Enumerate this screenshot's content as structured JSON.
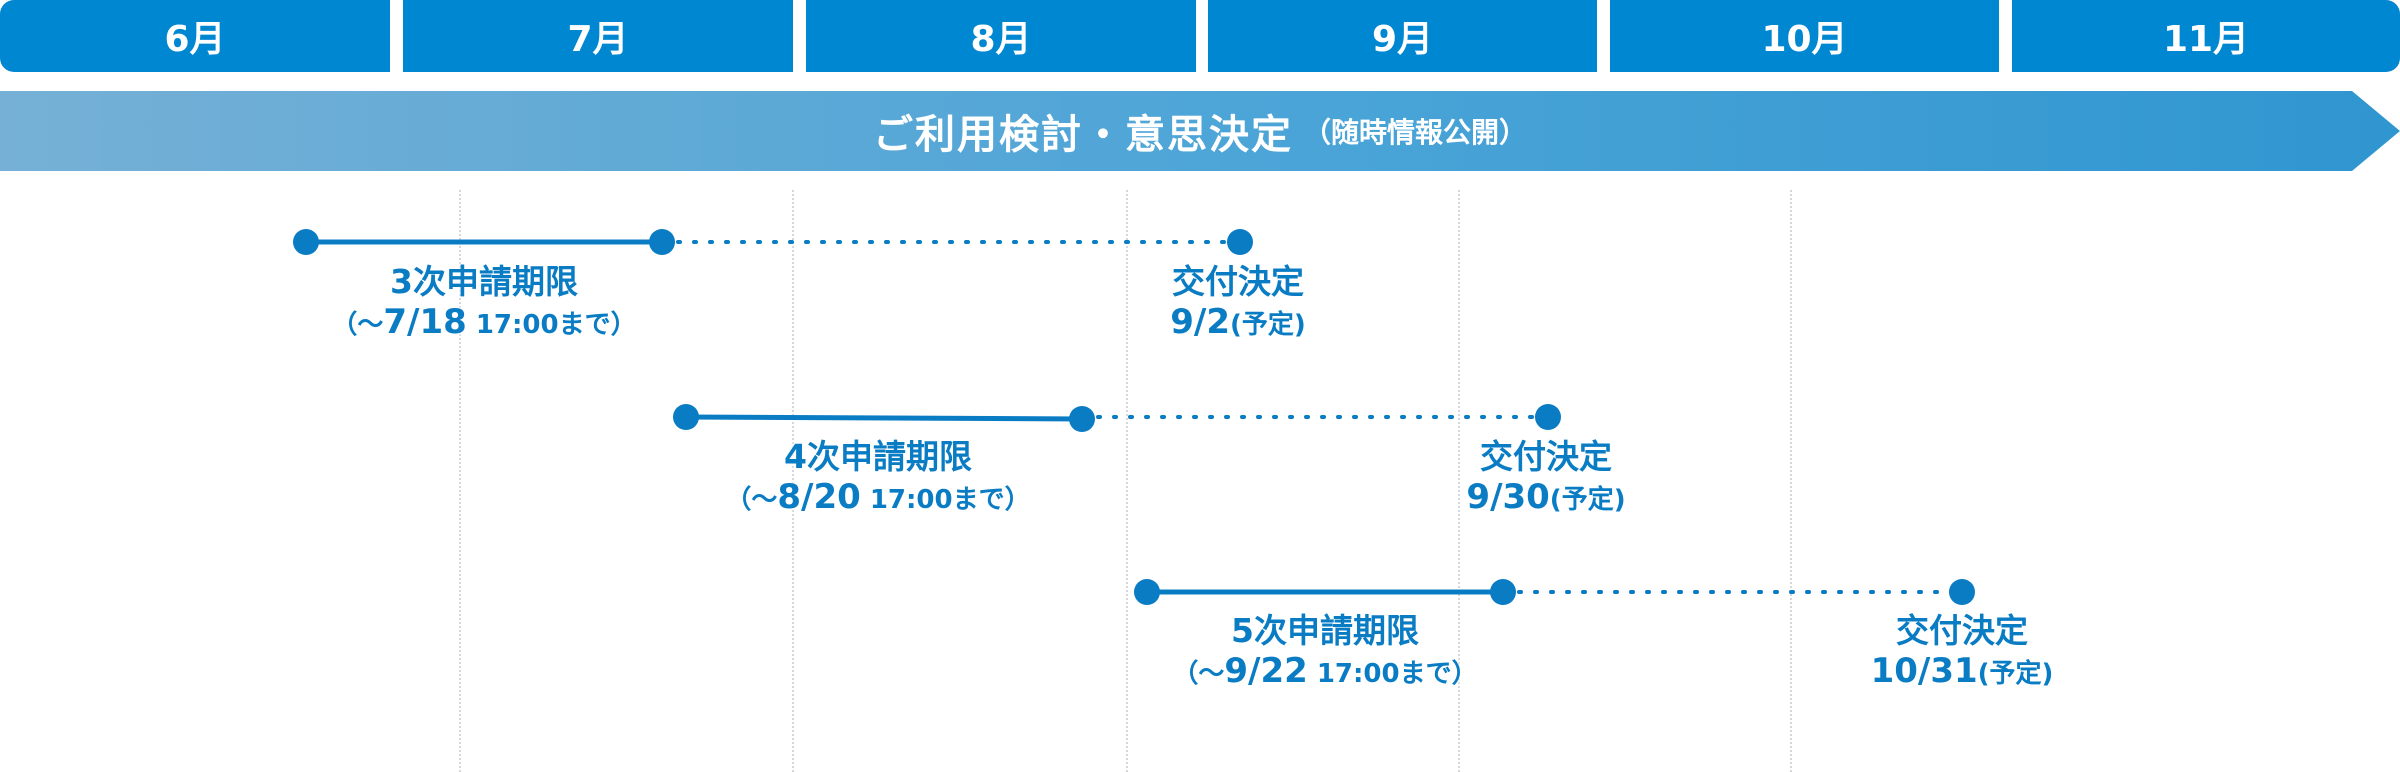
{
  "months": [
    "6月",
    "7月",
    "8月",
    "9月",
    "10月",
    "11月"
  ],
  "banner": {
    "main": "ご利用検討・意思決定",
    "sub": "（随時情報公開）"
  },
  "rounds": [
    {
      "title": "3次申請期限",
      "deadline_open": "（～",
      "deadline_date": "7/18",
      "deadline_time": " 17:00まで）",
      "decision_title": "交付決定",
      "decision_date": "9/2",
      "decision_note": "(予定)"
    },
    {
      "title": "4次申請期限",
      "deadline_open": "（～",
      "deadline_date": "8/20",
      "deadline_time": " 17:00まで）",
      "decision_title": "交付決定",
      "decision_date": "9/30",
      "decision_note": "(予定)"
    },
    {
      "title": "5次申請期限",
      "deadline_open": "（～",
      "deadline_date": "9/22",
      "deadline_time": " 17:00まで）",
      "decision_title": "交付決定",
      "decision_date": "10/31",
      "decision_note": "(予定)"
    }
  ],
  "colors": {
    "month_bar": "#0087d1",
    "line": "#0a7cc4",
    "grid": "#d4d8dc"
  }
}
